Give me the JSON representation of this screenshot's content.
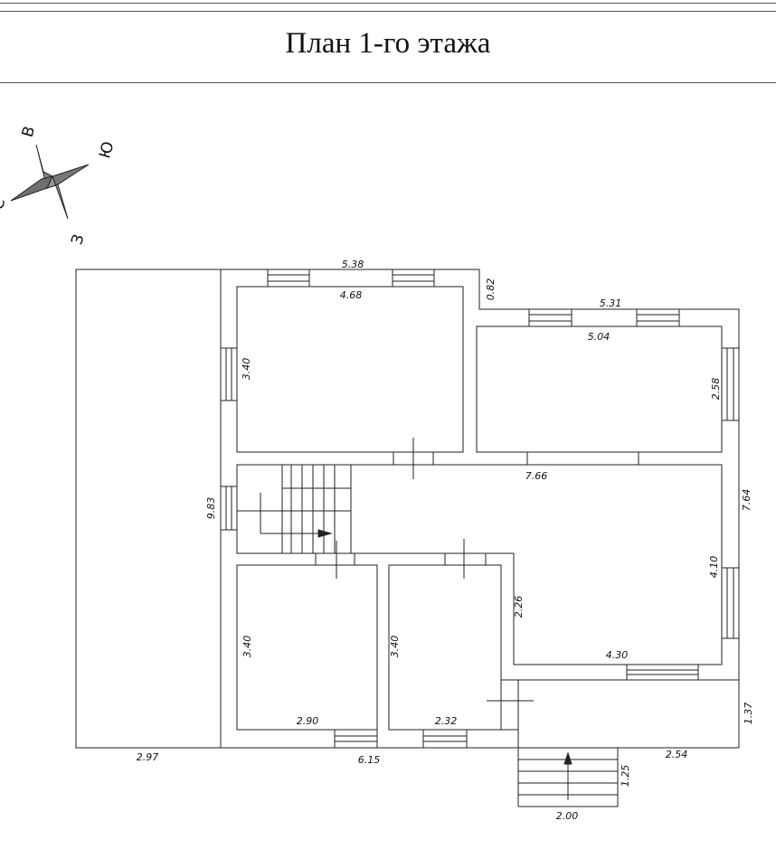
{
  "title": "План 1-го этажа",
  "compass": {
    "east": "В",
    "south": "Ю",
    "west": "З",
    "north": "С"
  },
  "dimensions": {
    "top_width": "5.38",
    "room1_width": "4.68",
    "room1_depth": "3.40",
    "step_height": "0.82",
    "right_top_width": "5.31",
    "room2_width": "5.04",
    "room2_depth": "2.58",
    "hall_width": "7.66",
    "overall_depth": "9.83",
    "right_depth": "7.64",
    "hall_depth": "4.10",
    "corridor_depth": "2.26",
    "room3_depth": "3.40",
    "room4_depth": "3.40",
    "room3_width": "2.90",
    "room4_width": "2.32",
    "hall_bottom_width": "4.30",
    "porch_depth": "1.37",
    "porch_width": "2.54",
    "terrace_width": "2.97",
    "bottom_width": "6.15",
    "stairs_length": "1.25",
    "stairs_width": "2.00"
  }
}
